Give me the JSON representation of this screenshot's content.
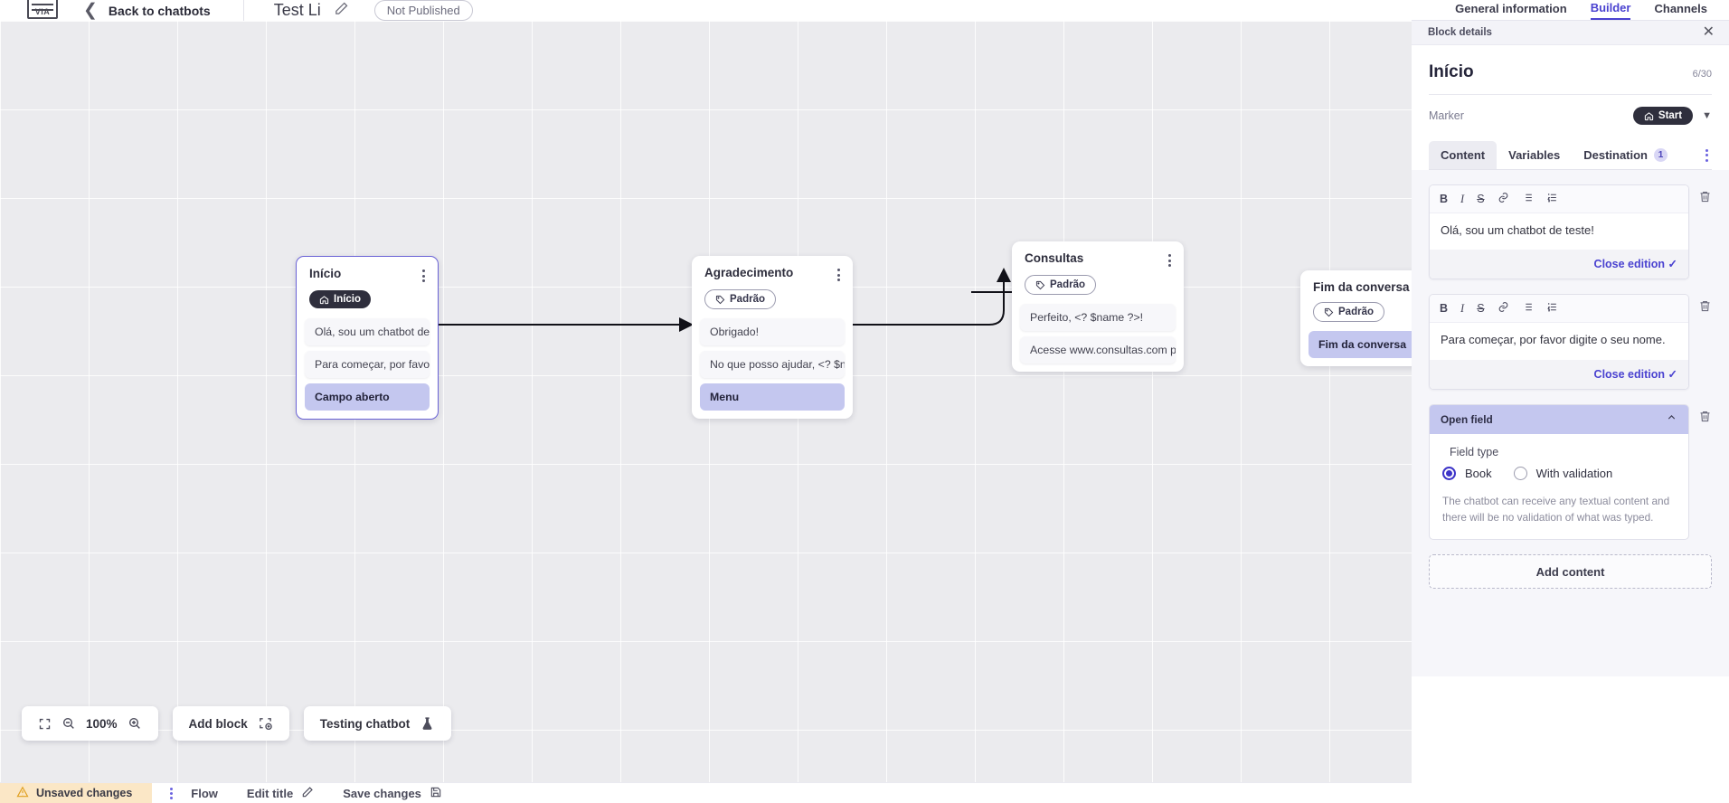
{
  "topbar": {
    "logo_text": "VIA",
    "back_label": "Back to chatbots",
    "bot_title": "Test Li",
    "edit_icon": "pencil-icon",
    "status_badge": "Not Published"
  },
  "canvas": {
    "nodes": [
      {
        "id": "inicio",
        "title": "Início",
        "tag": "Início",
        "tag_style": "dark",
        "tag_icon": "home-icon",
        "selected": true,
        "messages": [
          {
            "text": "Olá, sou um chatbot de teste!",
            "highlight": false
          },
          {
            "text": "Para começar, por favor digite o ...",
            "highlight": false
          },
          {
            "text": "Campo aberto",
            "highlight": true
          }
        ]
      },
      {
        "id": "agradecimento",
        "title": "Agradecimento",
        "tag": "Padrão",
        "tag_style": "light",
        "tag_icon": "tag-icon",
        "selected": false,
        "messages": [
          {
            "text": "Obrigado!",
            "highlight": false
          },
          {
            "text": "No que posso ajudar, <? $name ...",
            "highlight": false
          },
          {
            "text": "Menu",
            "highlight": true
          }
        ]
      },
      {
        "id": "consultas",
        "title": "Consultas",
        "tag": "Padrão",
        "tag_style": "light",
        "tag_icon": "tag-icon",
        "selected": false,
        "messages": [
          {
            "text": "Perfeito, <? $name ?>!",
            "highlight": false
          },
          {
            "text": "Acesse www.consultas.com par...",
            "highlight": false
          }
        ]
      },
      {
        "id": "fim-da-conversa",
        "title": "Fim da conversa",
        "tag": "Padrão",
        "tag_style": "light",
        "tag_icon": "tag-icon",
        "selected": false,
        "messages": [
          {
            "text": "Fim da conversa",
            "highlight": true
          }
        ]
      }
    ]
  },
  "floating_toolbar": {
    "fit_icon": "fit-screen-icon",
    "zoom_out_icon": "zoom-out-icon",
    "zoom_level": "100%",
    "zoom_in_icon": "zoom-in-icon",
    "add_block_label": "Add block",
    "add_block_icon": "add-block-icon",
    "testing_label": "Testing chatbot",
    "testing_icon": "flask-icon"
  },
  "statusbar": {
    "warning_icon": "warning-triangle-icon",
    "unsaved_label": "Unsaved changes",
    "kebab_icon": "kebab-menu-icon",
    "flow_label": "Flow",
    "edit_title_label": "Edit title",
    "edit_title_icon": "pencil-icon",
    "save_label": "Save changes",
    "save_icon": "save-disk-icon"
  },
  "panel": {
    "tabs": [
      {
        "label": "General information",
        "active": false
      },
      {
        "label": "Builder",
        "active": true
      },
      {
        "label": "Channels",
        "active": false
      }
    ],
    "block_details_label": "Block details",
    "close_icon": "close-icon",
    "title": "Início",
    "char_count": "6/30",
    "marker_label": "Marker",
    "marker_value": "Start",
    "marker_icon": "home-icon",
    "marker_chevron": "chevron-down-icon",
    "content_tabs": [
      {
        "label": "Content",
        "active": true,
        "badge": null
      },
      {
        "label": "Variables",
        "active": false,
        "badge": null
      },
      {
        "label": "Destination",
        "active": false,
        "badge": "1"
      }
    ],
    "kebab_icon": "kebab-menu-icon",
    "editors": [
      {
        "toolbar": [
          "B",
          "I",
          "S",
          "link-icon",
          "bullet-list-icon",
          "numbered-list-icon"
        ],
        "text": "Olá, sou um chatbot de teste!",
        "close_label": "Close edition",
        "check_icon": "check-icon",
        "delete_icon": "trash-icon"
      },
      {
        "toolbar": [
          "B",
          "I",
          "S",
          "link-icon",
          "bullet-list-icon",
          "numbered-list-icon"
        ],
        "text": "Para começar, por favor digite o seu nome.",
        "close_label": "Close edition",
        "check_icon": "check-icon",
        "delete_icon": "trash-icon"
      }
    ],
    "open_field": {
      "title": "Open field",
      "collapse_icon": "chevron-up-icon",
      "delete_icon": "trash-icon",
      "field_type_label": "Field type",
      "options": [
        {
          "label": "Book",
          "selected": true
        },
        {
          "label": "With validation",
          "selected": false
        }
      ],
      "description": "The chatbot can receive any textual content and there will be no validation of what was typed."
    },
    "add_content_label": "Add content"
  },
  "colors": {
    "accent": "#4a42d0",
    "highlight": "#c4c7ef",
    "dark_pill": "#2f2f3d",
    "warning": "#fbe7c6",
    "canvas_bg": "#ebebee"
  }
}
